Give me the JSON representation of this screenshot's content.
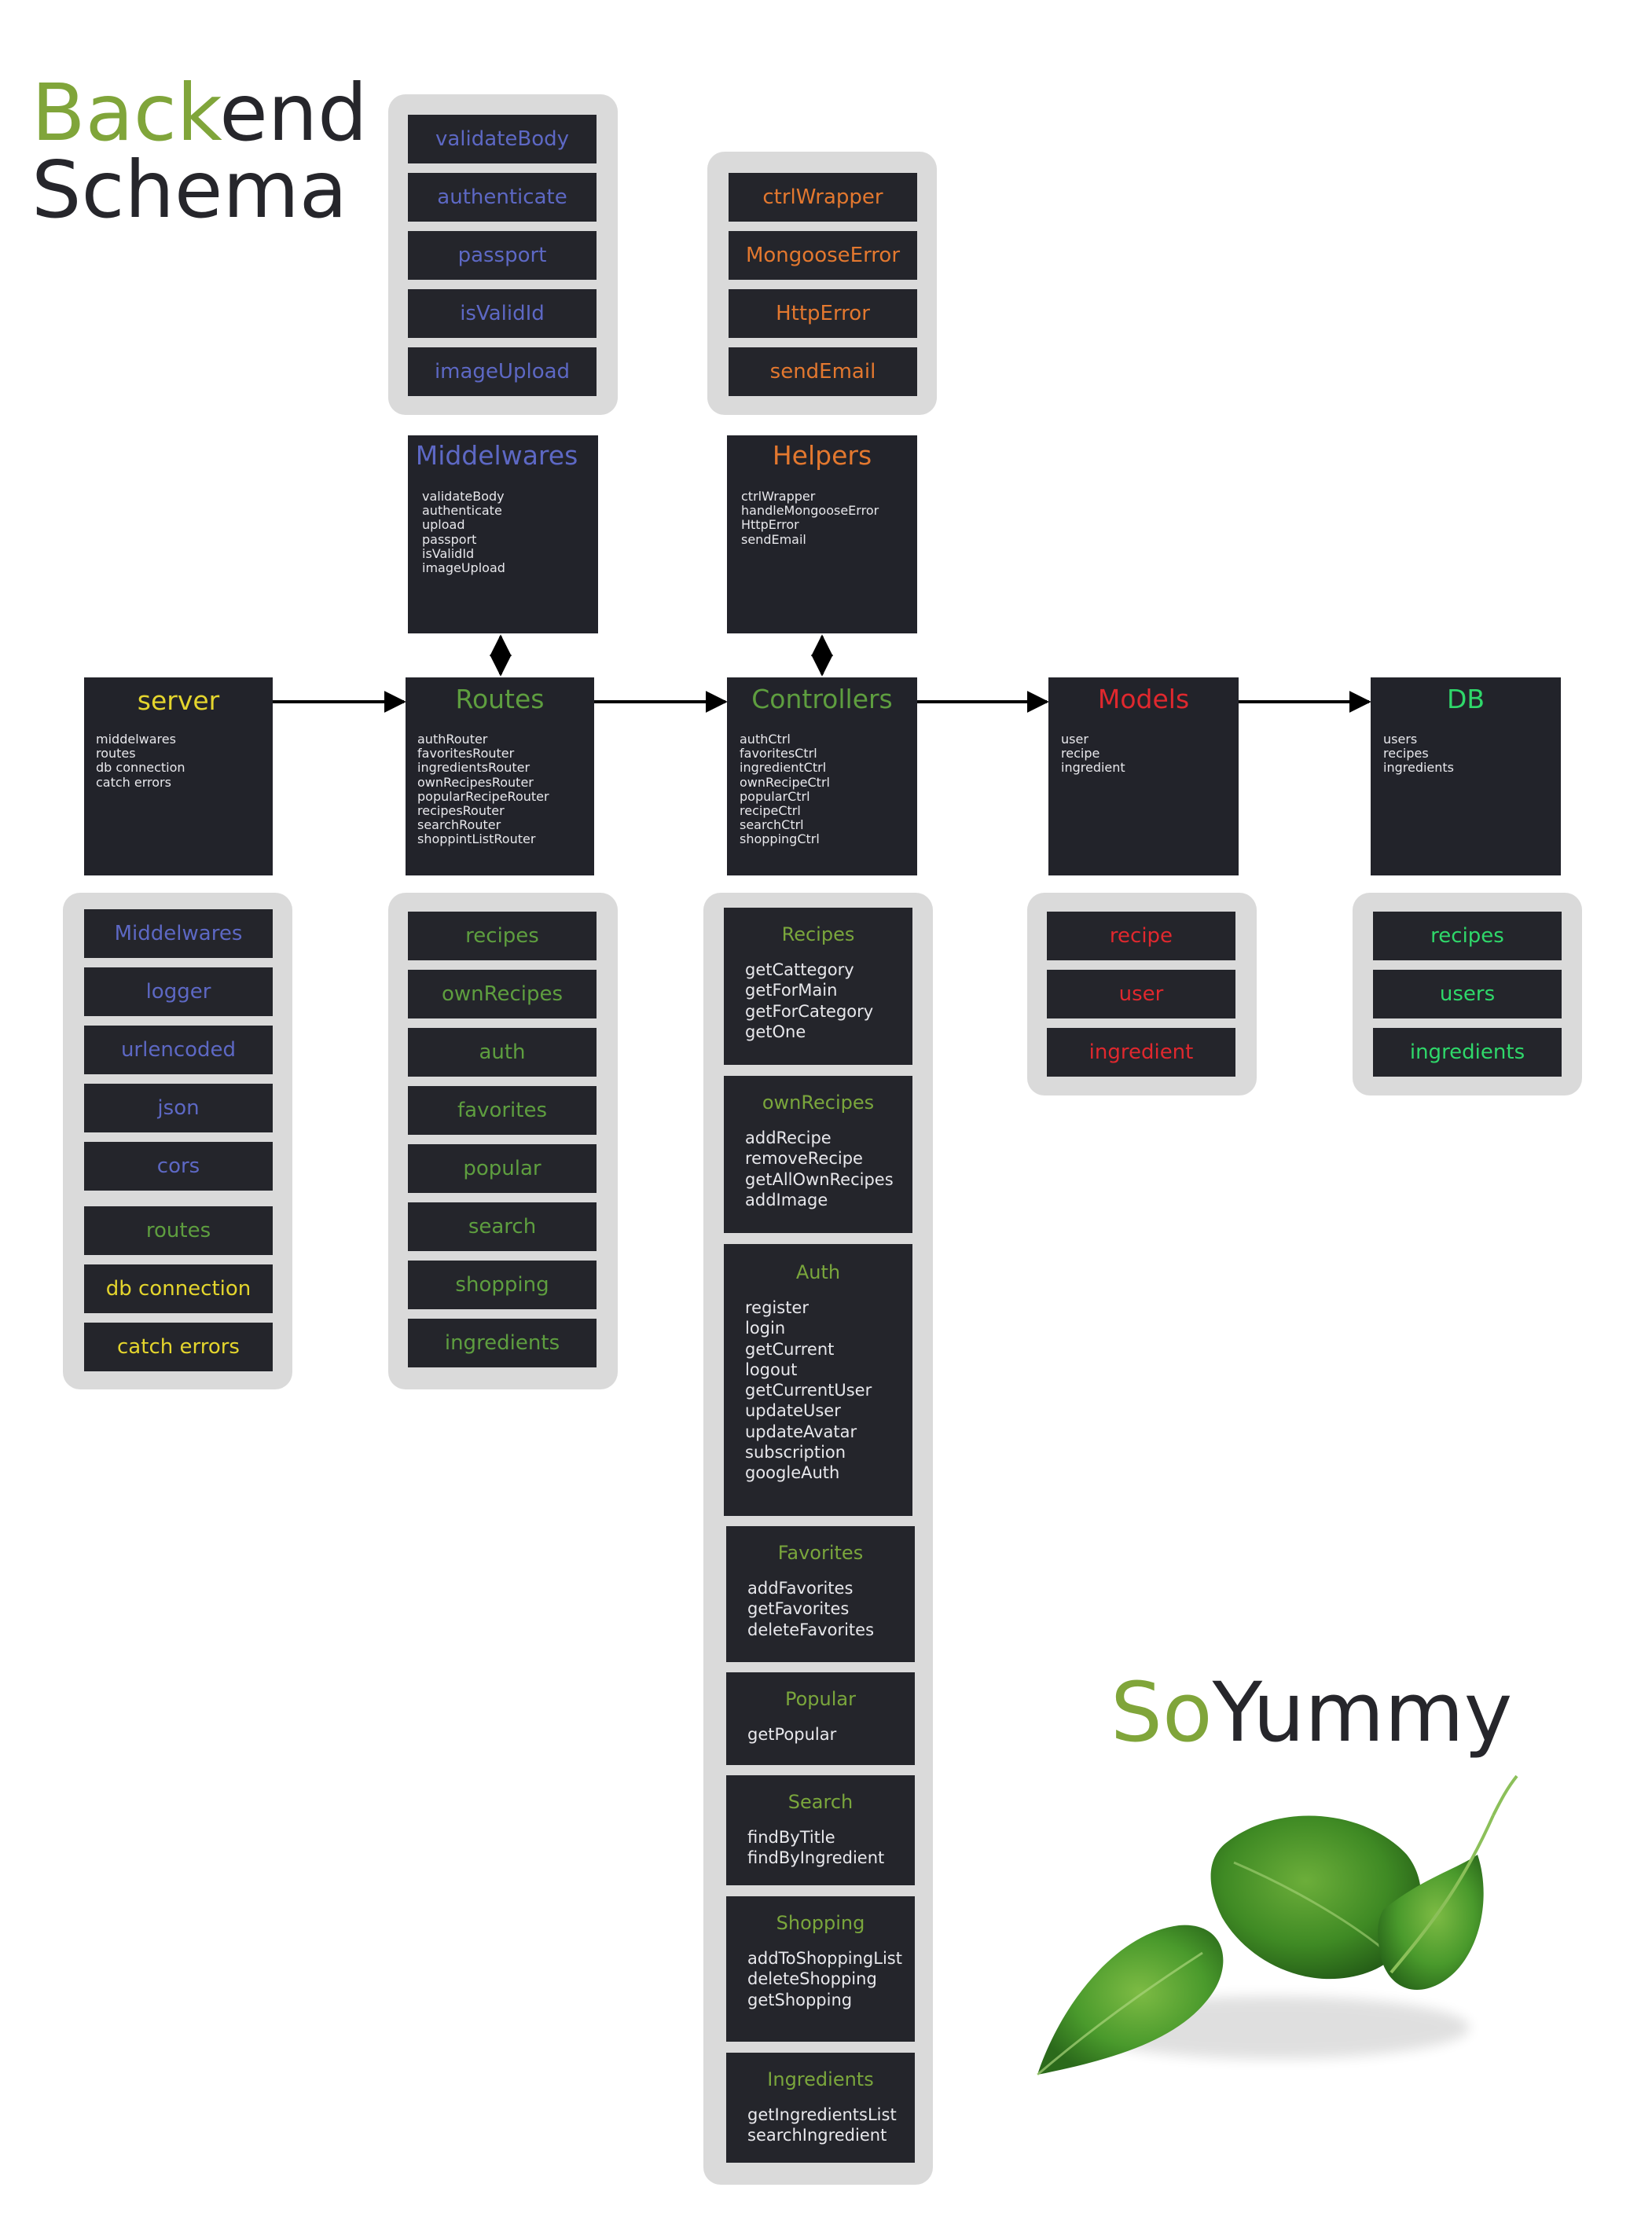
{
  "title": {
    "accent": "Back",
    "rest": "end",
    "line2": "Schema"
  },
  "brand": {
    "accent": "So",
    "rest": "Yummy"
  },
  "colors": {
    "middlewares": "#5d68c4",
    "helpers": "#e3782f",
    "routes": "#5e9e3f",
    "server_config": "#e4d52d",
    "models": "#e0282e",
    "db": "#2fd86a",
    "box_bg": "#22232a",
    "group_bg": "#dadada",
    "title_accent": "#80a53a"
  },
  "middleware_group": [
    "validateBody",
    "authenticate",
    "passport",
    "isValidId",
    "imageUpload"
  ],
  "helper_group": [
    "ctrlWrapper",
    "MongooseError",
    "HttpError",
    "sendEmail"
  ],
  "boxes": {
    "middlewares": {
      "title": "Middelwares",
      "items": "validateBody\nauthenticate\nupload\npassport\nisValidId\nimageUpload"
    },
    "helpers": {
      "title": "Helpers",
      "items": "ctrlWrapper\nhandleMongooseError\nHttpError\nsendEmail"
    },
    "server": {
      "title": "server",
      "items": "middelwares\nroutes\ndb connection\ncatch errors"
    },
    "routes": {
      "title": "Routes",
      "items": "authRouter\nfavoritesRouter\ningredientsRouter\nownRecipesRouter\npopularRecipeRouter\nrecipesRouter\nsearchRouter\nshoppintListRouter"
    },
    "controllers": {
      "title": "Controllers",
      "items": "authCtrl\nfavoritesCtrl\ningredientCtrl\nownRecipeCtrl\npopularCtrl\nrecipeCtrl\nsearchCtrl\nshoppingCtrl"
    },
    "models": {
      "title": "Models",
      "items": "user\nrecipe\ningredient"
    },
    "db": {
      "title": "DB",
      "items": "users\nrecipes\ningredients"
    }
  },
  "server_group": {
    "blue": [
      "Middelwares",
      "logger",
      "urlencoded",
      "json",
      "cors"
    ],
    "green": [
      "routes"
    ],
    "yellow": [
      "db connection",
      "catch errors"
    ]
  },
  "routes_group": [
    "recipes",
    "ownRecipes",
    "auth",
    "favorites",
    "popular",
    "search",
    "shopping",
    "ingredients"
  ],
  "controller_cards": [
    {
      "title": "Recipes",
      "items": "getCattegory\ngetForMain\ngetForCategory\ngetOne"
    },
    {
      "title": "ownRecipes",
      "items": "addRecipe\nremoveRecipe\ngetAllOwnRecipes\naddImage"
    },
    {
      "title": "Auth",
      "items": "register\nlogin\ngetCurrent\nlogout\ngetCurrentUser\nupdateUser\nupdateAvatar\nsubscription\ngoogleAuth"
    },
    {
      "title": "Favorites",
      "items": "addFavorites\ngetFavorites\ndeleteFavorites"
    },
    {
      "title": "Popular",
      "items": "getPopular"
    },
    {
      "title": "Search",
      "items": "findByTitle\nfindByIngredient"
    },
    {
      "title": "Shopping",
      "items": "addToShoppingList\ndeleteShopping\ngetShopping"
    },
    {
      "title": "Ingredients",
      "items": "getIngredientsList\nsearchIngredient"
    }
  ],
  "models_group": [
    "recipe",
    "user",
    "ingredient"
  ],
  "db_group": [
    "recipes",
    "users",
    "ingredients"
  ]
}
